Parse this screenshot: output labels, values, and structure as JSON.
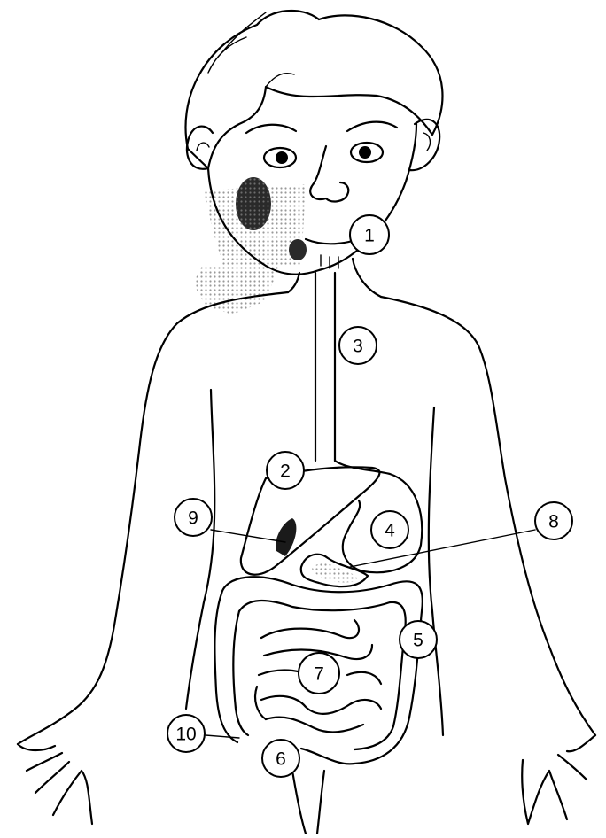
{
  "diagram": {
    "markers": [
      {
        "id": "1",
        "label": "1"
      },
      {
        "id": "2",
        "label": "2"
      },
      {
        "id": "3",
        "label": "3"
      },
      {
        "id": "4",
        "label": "4"
      },
      {
        "id": "5",
        "label": "5"
      },
      {
        "id": "6",
        "label": "6"
      },
      {
        "id": "7",
        "label": "7"
      },
      {
        "id": "8",
        "label": "8"
      },
      {
        "id": "9",
        "label": "9"
      },
      {
        "id": "10",
        "label": "10"
      }
    ],
    "colors": {
      "line": "#000000",
      "shading": "#d4d4d4",
      "background": "#ffffff"
    }
  }
}
